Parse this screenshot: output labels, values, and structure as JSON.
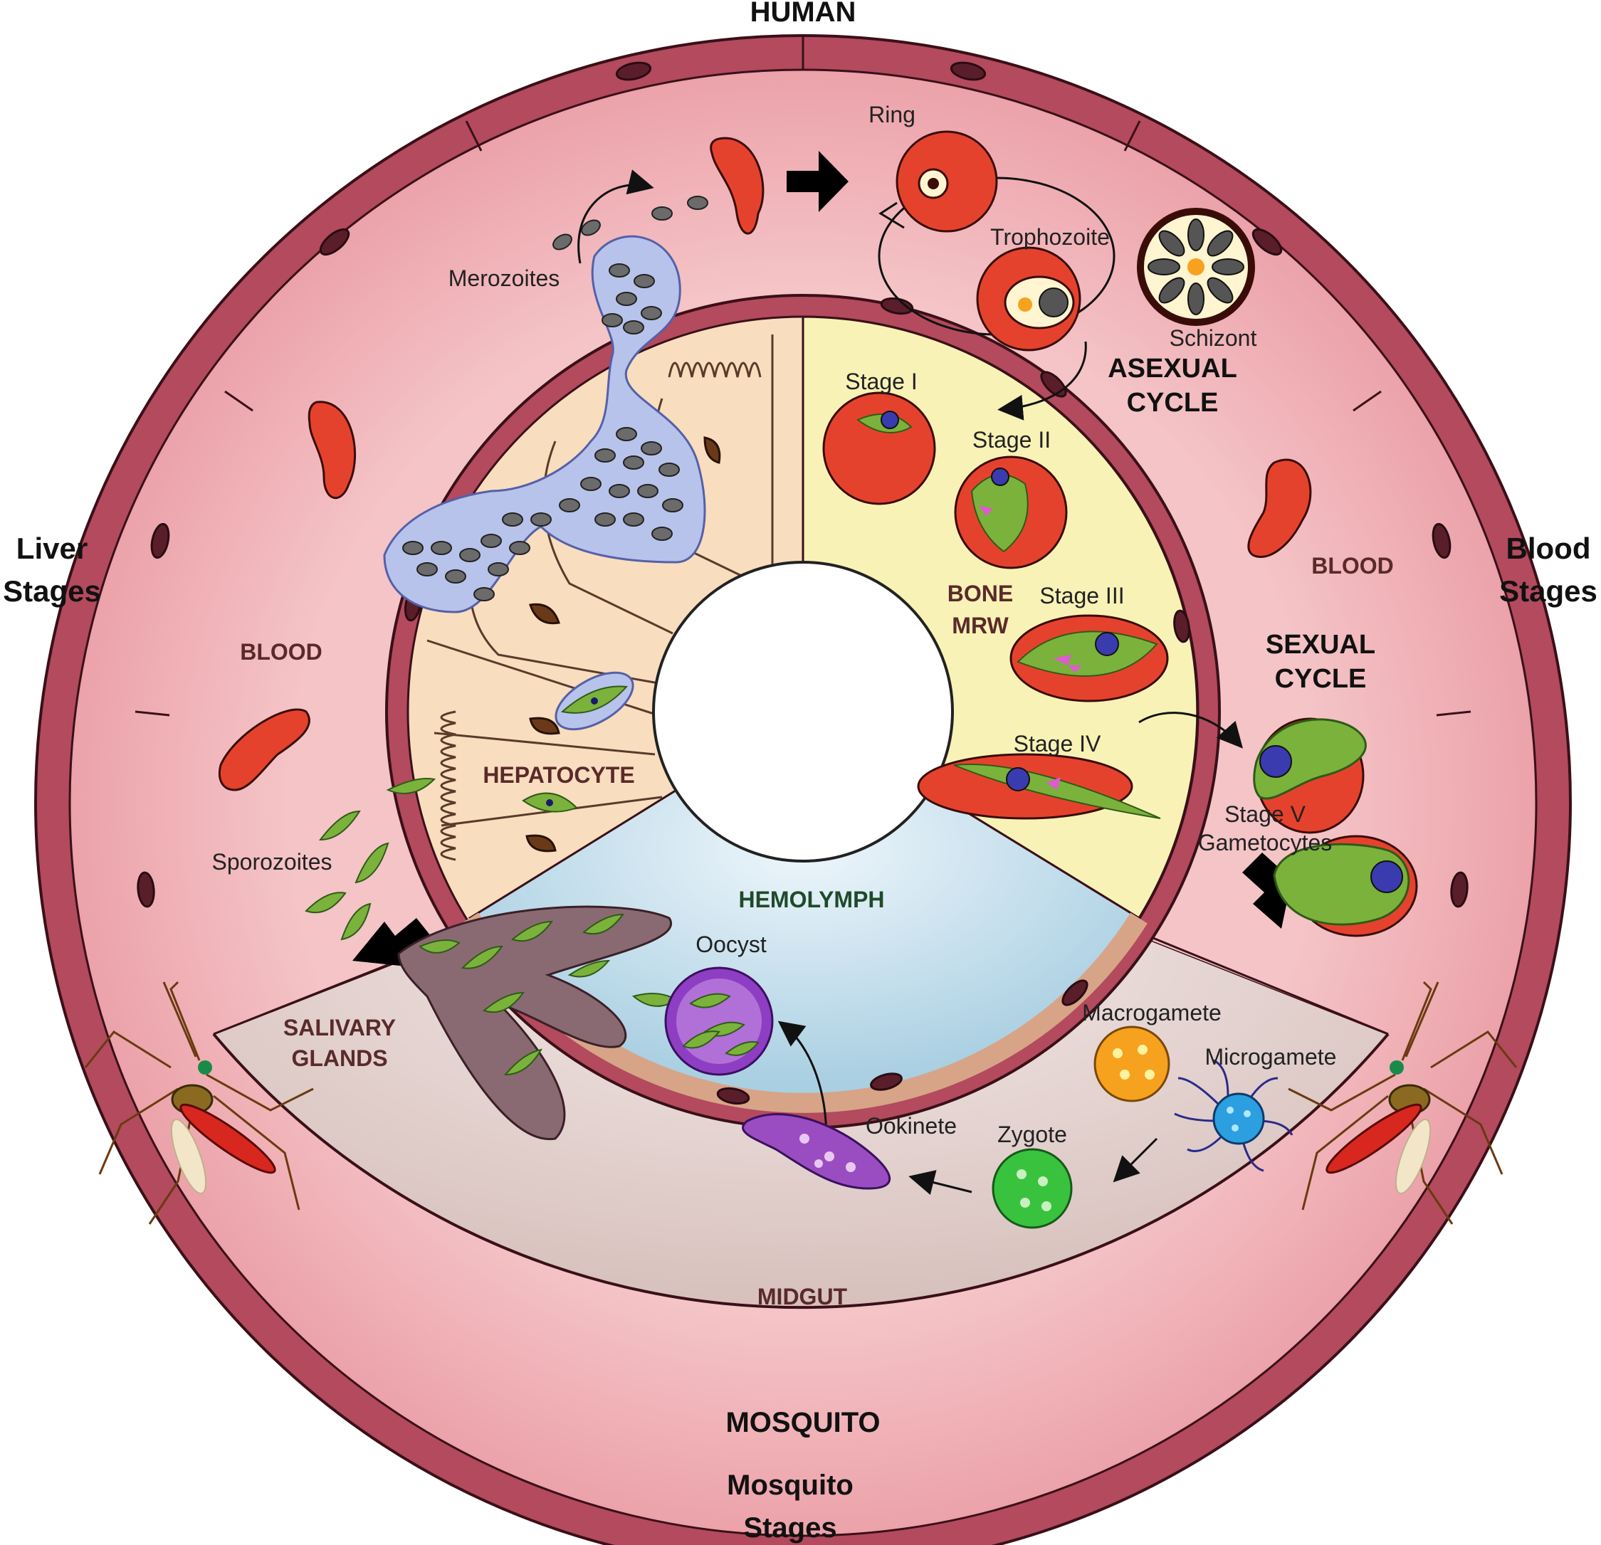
{
  "headings": {
    "top": "HUMAN",
    "bottom": "MOSQUITO",
    "bottom_sub_line1": "Mosquito",
    "bottom_sub_line2": "Stages",
    "left_line1": "Liver",
    "left_line2": "Stages",
    "right_line1": "Blood",
    "right_line2": "Stages"
  },
  "zones": {
    "blood_left": "BLOOD",
    "blood_right": "BLOOD",
    "hepatocyte": "HEPATOCYTE",
    "bone_line1": "BONE",
    "bone_line2": "MRW",
    "hemolymph": "HEMOLYMPH",
    "salivary_line1": "SALIVARY",
    "salivary_line2": "GLANDS",
    "midgut": "MIDGUT"
  },
  "cycles": {
    "asexual_line1": "ASEXUAL",
    "asexual_line2": "CYCLE",
    "sexual_line1": "SEXUAL",
    "sexual_line2": "CYCLE"
  },
  "stages": {
    "merozoites": "Merozoites",
    "ring": "Ring",
    "trophozoite": "Trophozoite",
    "schizont": "Schizont",
    "stage1": "Stage I",
    "stage2": "Stage II",
    "stage3": "Stage III",
    "stage4": "Stage IV",
    "stage5_line1": "Stage V",
    "stage5_line2": "Gametocytes",
    "sporozoites": "Sporozoites",
    "oocyst": "Oocyst",
    "ookinete": "Ookinete",
    "zygote": "Zygote",
    "macrogamete": "Macrogamete",
    "microgamete": "Microgamete"
  },
  "colors": {
    "blood_ring": "#eeaeb3",
    "vessel_wall": "#b34a5e",
    "rbc": "#e5422e",
    "liver": "#f8ddbf",
    "marrow": "#f8f2b6",
    "hemolymph": "#bcd9e8",
    "midgut": "#e4d2cf",
    "merozoite_cyst": "#b7c3ea",
    "gametocyte": "#7ab23c",
    "salivary": "#8a6a72",
    "oocyst": "#8e3ec2",
    "ookinete": "#9a4dc0",
    "zygote": "#39c23e",
    "macrogamete": "#f6a21e",
    "microgamete": "#2b9fe0"
  }
}
